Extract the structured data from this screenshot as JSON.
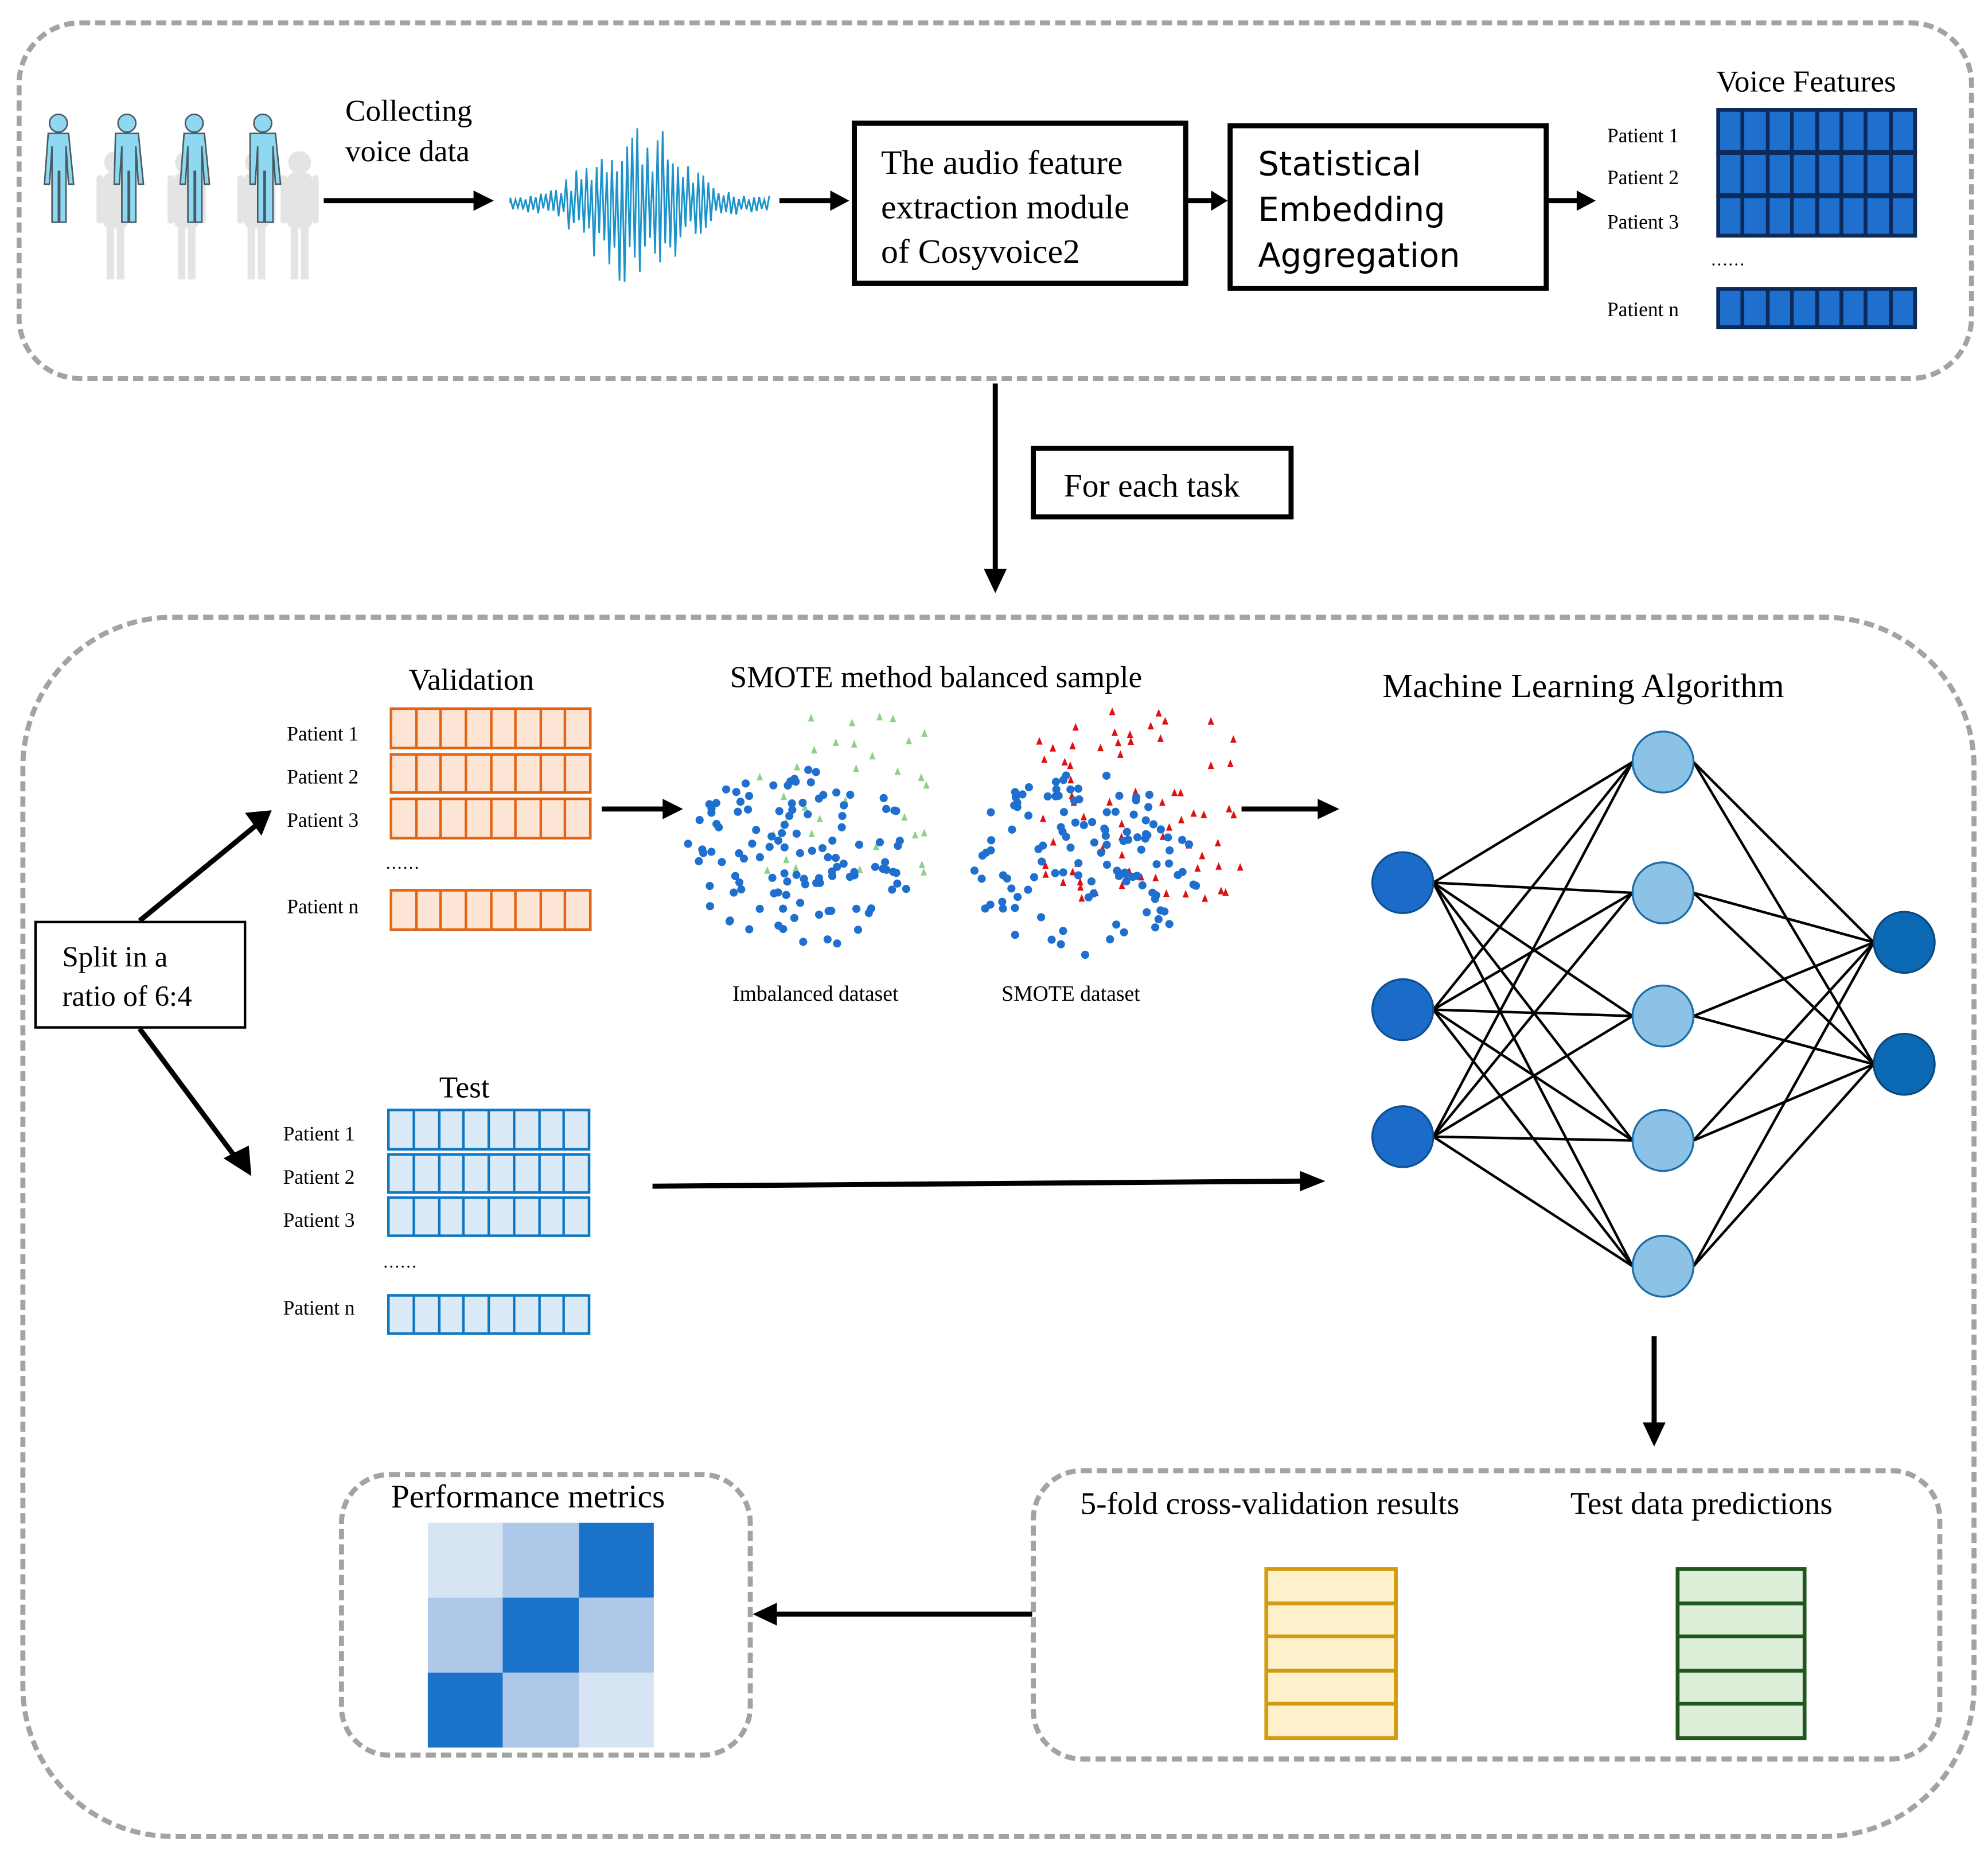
{
  "top_panel": {
    "collect_label_line1": "Collecting",
    "collect_label_line2": "voice data",
    "extraction_box": {
      "line1": "The audio feature",
      "line2": "extraction module",
      "line3": "of Cosyvoice2"
    },
    "aggregation_box": {
      "line1": "Statistical",
      "line2": "Embedding",
      "line3": "Aggregation"
    },
    "voice_features": {
      "title": "Voice Features",
      "rows": [
        "Patient 1",
        "Patient 2",
        "Patient 3"
      ],
      "ellipsis": "......",
      "last_row": "Patient n",
      "cells_per_row": 8
    }
  },
  "loop_label": "For each task",
  "split_box": {
    "line1": "Split in a",
    "line2": "ratio of 6:4"
  },
  "validation": {
    "title": "Validation",
    "rows": [
      "Patient 1",
      "Patient 2",
      "Patient 3"
    ],
    "ellipsis": "......",
    "last_row": "Patient n"
  },
  "test": {
    "title": "Test",
    "rows": [
      "Patient 1",
      "Patient 2",
      "Patient 3"
    ],
    "ellipsis": "......",
    "last_row": "Patient n"
  },
  "smote": {
    "title": "SMOTE method balanced sample",
    "left_caption": "Imbalanced dataset",
    "right_caption": "SMOTE dataset",
    "colors": {
      "majority": "#1f6fce",
      "minority_original": "#8fd08a",
      "minority_synthetic": "#e01010"
    }
  },
  "network": {
    "title": "Machine Learning Algorithm",
    "layers": [
      3,
      5,
      2
    ],
    "colors": {
      "input": "#1a6cc8",
      "hidden": "#8cc2e6",
      "output": "#0b69b4"
    }
  },
  "results_panel": {
    "cv_title": "5-fold cross-validation results",
    "pred_title": "Test data predictions",
    "cv_rows": 5,
    "pred_rows": 5
  },
  "metrics": {
    "title": "Performance metrics",
    "matrix": [
      [
        "light",
        "mid",
        "dark"
      ],
      [
        "mid",
        "dark",
        "mid"
      ],
      [
        "dark",
        "mid",
        "light"
      ]
    ],
    "colors": {
      "light": "#d7e4f4",
      "mid": "#aec8e9",
      "dark": "#1a73c9"
    }
  }
}
